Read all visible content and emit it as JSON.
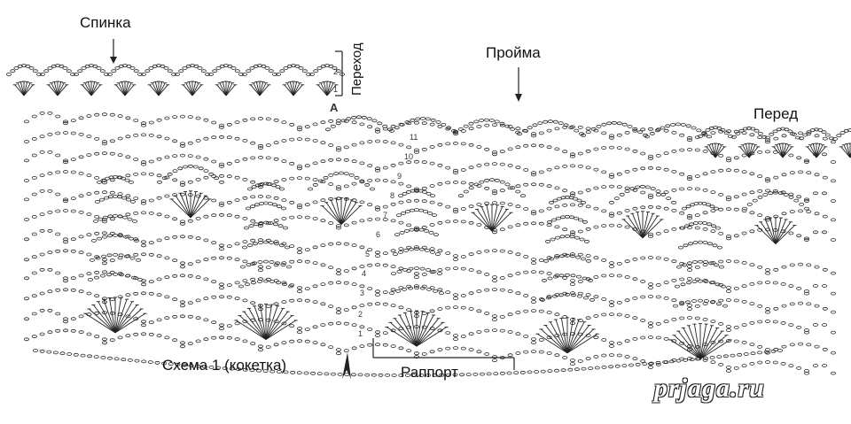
{
  "labels": {
    "back": "Спинка",
    "armhole": "Пройма",
    "front": "Перед",
    "transition": "Переход",
    "scheme": "Схема 1 (кокетка)",
    "repeat": "Раппорт",
    "marker_a": "A",
    "transition_rows": [
      "2",
      "1"
    ],
    "row_numbers": [
      "1",
      "2",
      "3",
      "4",
      "5",
      "6",
      "7",
      "8",
      "9",
      "10",
      "11"
    ],
    "watermark": "prjaga.ru"
  },
  "colors": {
    "ink": "#222222",
    "background": "#ffffff"
  }
}
